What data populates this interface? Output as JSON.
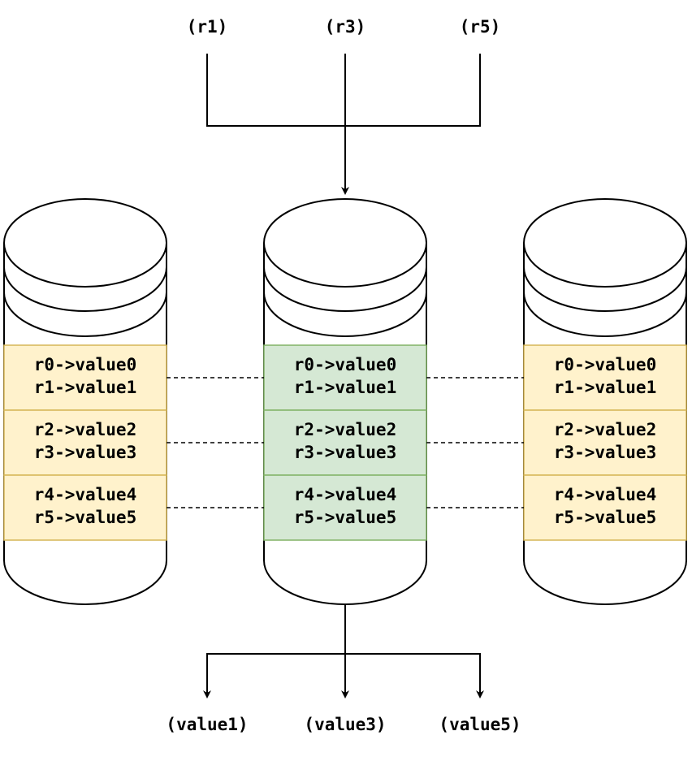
{
  "inputs": [
    "(r1)",
    "(r3)",
    "(r5)"
  ],
  "outputs": [
    "(value1)",
    "(value3)",
    "(value5)"
  ],
  "nodes": [
    {
      "role": "replica",
      "fill": "#fff2cc",
      "stroke": "#d6b656",
      "cells": [
        [
          "r0->value0",
          "r1->value1"
        ],
        [
          "r2->value2",
          "r3->value3"
        ],
        [
          "r4->value4",
          "r5->value5"
        ]
      ]
    },
    {
      "role": "primary",
      "fill": "#d5e8d4",
      "stroke": "#82b366",
      "cells": [
        [
          "r0->value0",
          "r1->value1"
        ],
        [
          "r2->value2",
          "r3->value3"
        ],
        [
          "r4->value4",
          "r5->value5"
        ]
      ]
    },
    {
      "role": "replica",
      "fill": "#fff2cc",
      "stroke": "#d6b656",
      "cells": [
        [
          "r0->value0",
          "r1->value1"
        ],
        [
          "r2->value2",
          "r3->value3"
        ],
        [
          "r4->value4",
          "r5->value5"
        ]
      ]
    }
  ],
  "colors": {
    "line": "#000000",
    "background": "#ffffff"
  }
}
